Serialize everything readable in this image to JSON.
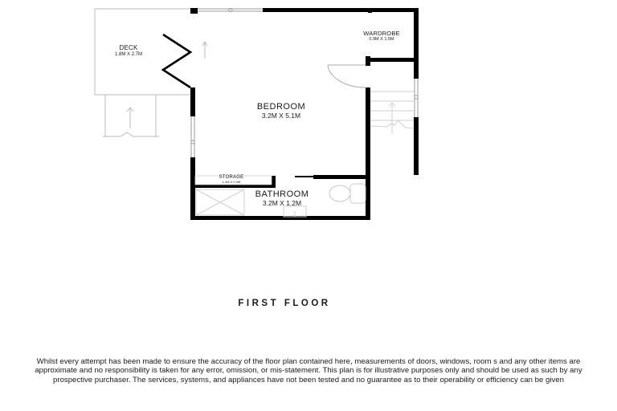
{
  "floor_plan": {
    "title": "FIRST FLOOR",
    "rooms": {
      "deck": {
        "name": "DECK",
        "dims": "1.8M X 2.7M"
      },
      "wardrobe": {
        "name": "WARDROBE",
        "dims": "0.9M X 1.5M"
      },
      "bedroom": {
        "name": "BEDROOM",
        "dims": "3.2M X 5.1M"
      },
      "storage": {
        "name": "STORAGE",
        "dims": "1.4M X 0.3M"
      },
      "bathroom": {
        "name": "BATHROOM",
        "dims": "3.2M X 1.2M"
      }
    },
    "colors": {
      "wall": "#000000",
      "fixture_line": "#c8c8c8",
      "window_line": "#a0a0a0",
      "text": "#1a1a1a",
      "background": "#ffffff"
    }
  },
  "disclaimer": "Whilst every attempt has been made to ensure the accuracy of the floor plan contained here, measurements of doors, windows, room s and any other items are approximate and no responsibility is taken for any error, omission, or mis-statement. This plan is for illustrative purposes only and should be used as such by any prospective purchaser. The services, systems, and appliances have not been tested and no guarantee as to their operability or efficiency can be given"
}
